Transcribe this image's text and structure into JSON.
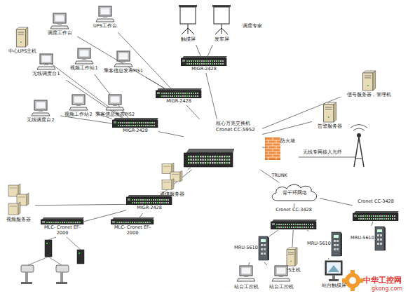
{
  "diagram": {
    "nodes": [
      {
        "text": [
          "中心UPS主机"
        ]
      },
      {
        "text": [
          "调度工作台"
        ]
      },
      {
        "text": [
          "UPS工作台"
        ]
      },
      {
        "text": [
          "触摸屏"
        ]
      },
      {
        "text": [
          "发车屏"
        ]
      },
      {
        "text": [
          "无线调度台1"
        ]
      },
      {
        "text": [
          "视频工作站1"
        ]
      },
      {
        "text": [
          "乘客信息发布PIS1"
        ]
      },
      {
        "text": [
          "MIGR-2428"
        ]
      },
      {
        "text": [
          "MIGR-2428"
        ]
      },
      {
        "text": [
          "无线调度台2"
        ]
      },
      {
        "text": [
          "视频工作站2"
        ]
      },
      {
        "text": [
          "乘客信息发布PIS2"
        ]
      },
      {
        "text": [
          "MIGR-2428"
        ]
      },
      {
        "text": [
          "信号服务器，管理机"
        ]
      },
      {
        "text": [
          "告警服务器"
        ]
      },
      {
        "text": [
          "核心万兆交换机 Cronet CC-5952"
        ]
      },
      {
        "text": [
          "防火墙"
        ]
      },
      {
        "text": [
          "通信服务器"
        ]
      },
      {
        "text": [
          "视频服务器"
        ]
      },
      {
        "text": [
          "MIGR-2428"
        ]
      },
      {
        "text": [
          "MLC- Cronet EF-2000"
        ]
      },
      {
        "text": [
          "MLC- Cronet EF-2000"
        ]
      },
      {
        "text": [
          "骨干环网络"
        ]
      },
      {
        "text": [
          "Cronet CC-3428"
        ]
      },
      {
        "text": [
          "Cronet CC-3428"
        ]
      },
      {
        "text": [
          "MRU-5610"
        ]
      },
      {
        "text": [
          "UPS主机"
        ]
      },
      {
        "text": [
          "MRU-5610"
        ]
      },
      {
        "text": [
          "MRU-5610"
        ]
      },
      {
        "text": [
          "站台工控机"
        ]
      },
      {
        "text": [
          "站台工控机"
        ]
      },
      {
        "text": [
          "站台触摸屏"
        ]
      }
    ],
    "edges": [
      {
        "from": 1,
        "to": 9,
        "arrow": "none"
      },
      {
        "from": 2,
        "to": 9,
        "arrow": "none"
      },
      {
        "from": 7,
        "to": 9,
        "arrow": "none"
      },
      {
        "from": 0,
        "to": 13,
        "arrow": "none"
      },
      {
        "from": 5,
        "to": 13,
        "arrow": "none"
      },
      {
        "from": 6,
        "to": 13,
        "arrow": "none"
      },
      {
        "from": 10,
        "to": 13,
        "arrow": "none"
      },
      {
        "from": 11,
        "to": 13,
        "arrow": "none"
      },
      {
        "from": 12,
        "to": 13,
        "arrow": "none"
      },
      {
        "from": 3,
        "to": 8,
        "arrow": "none"
      },
      {
        "from": 4,
        "to": 8,
        "arrow": "none"
      },
      {
        "from": 8,
        "to": 16,
        "arrow": "none"
      },
      {
        "from": 9,
        "to": 16,
        "arrow": "none"
      },
      {
        "from": 13,
        "to": 16,
        "arrow": "none"
      },
      {
        "from": 14,
        "to": 16,
        "arrow": "none"
      },
      {
        "from": 15,
        "to": 16,
        "arrow": "none"
      },
      {
        "from": 16,
        "to": 17,
        "arrow": "none"
      },
      {
        "from": 18,
        "to": 16,
        "arrow": "none"
      },
      {
        "from": 20,
        "to": 16,
        "arrow": "none"
      },
      {
        "from": 19,
        "to": 20,
        "arrow": "none"
      },
      {
        "from": 21,
        "to": 20,
        "arrow": "none"
      },
      {
        "from": 22,
        "to": 20,
        "arrow": "none"
      },
      {
        "from": 16,
        "to": 23,
        "label": "TRUNK",
        "arrow": "none"
      },
      {
        "from": 23,
        "to": 24,
        "arrow": "none"
      },
      {
        "from": 23,
        "to": 25,
        "arrow": "none"
      },
      {
        "from": 24,
        "to": 26,
        "arrow": "none"
      },
      {
        "from": 24,
        "to": 27,
        "arrow": "none"
      },
      {
        "from": 24,
        "to": 28,
        "arrow": "none"
      },
      {
        "from": 25,
        "to": 29,
        "arrow": "none"
      },
      {
        "from": 26,
        "to": 30,
        "arrow": "none"
      },
      {
        "from": 26,
        "to": 31,
        "arrow": "none"
      },
      {
        "from": 28,
        "to": 32,
        "arrow": "none"
      }
    ],
    "labels": [
      "调度专家",
      "无线专网接入光纤",
      "中华工控网",
      "gkong.com"
    ]
  }
}
